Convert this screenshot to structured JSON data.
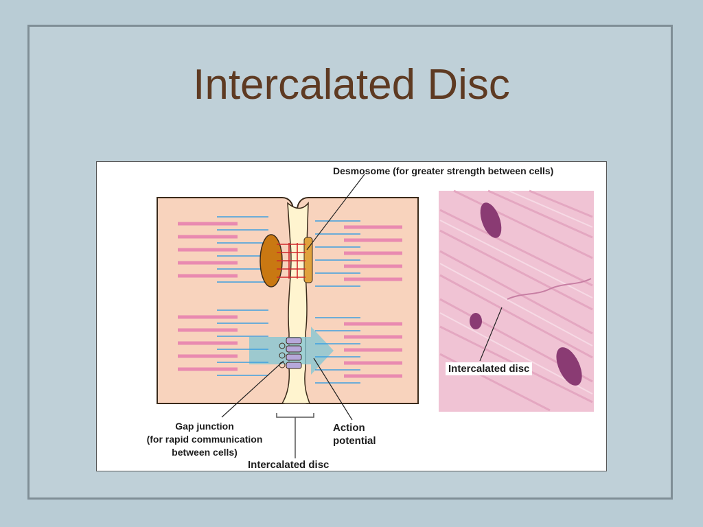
{
  "slide": {
    "title": "Intercalated Disc"
  },
  "figure": {
    "labels": {
      "desmosome": "Desmosome (for greater strength between cells)",
      "gap_junction": "Gap junction",
      "gap_junction_detail_1": "(for rapid communication",
      "gap_junction_detail_2": "between cells)",
      "action_potential_1": "Action",
      "action_potential_2": "potential",
      "intercalated_disc": "Intercalated disc",
      "micrograph_label": "Intercalated disc"
    },
    "colors": {
      "cell_fill": "#f8d3bd",
      "membrane": "#3a2a1a",
      "myofibril": "#e98ab0",
      "filament": "#3d9fe0",
      "desmosome_plaque": "#c97812",
      "gap_junction": "#b6a8da",
      "arrow": "#7fc6d6",
      "micrograph_bg": "#f0c3d4"
    }
  }
}
